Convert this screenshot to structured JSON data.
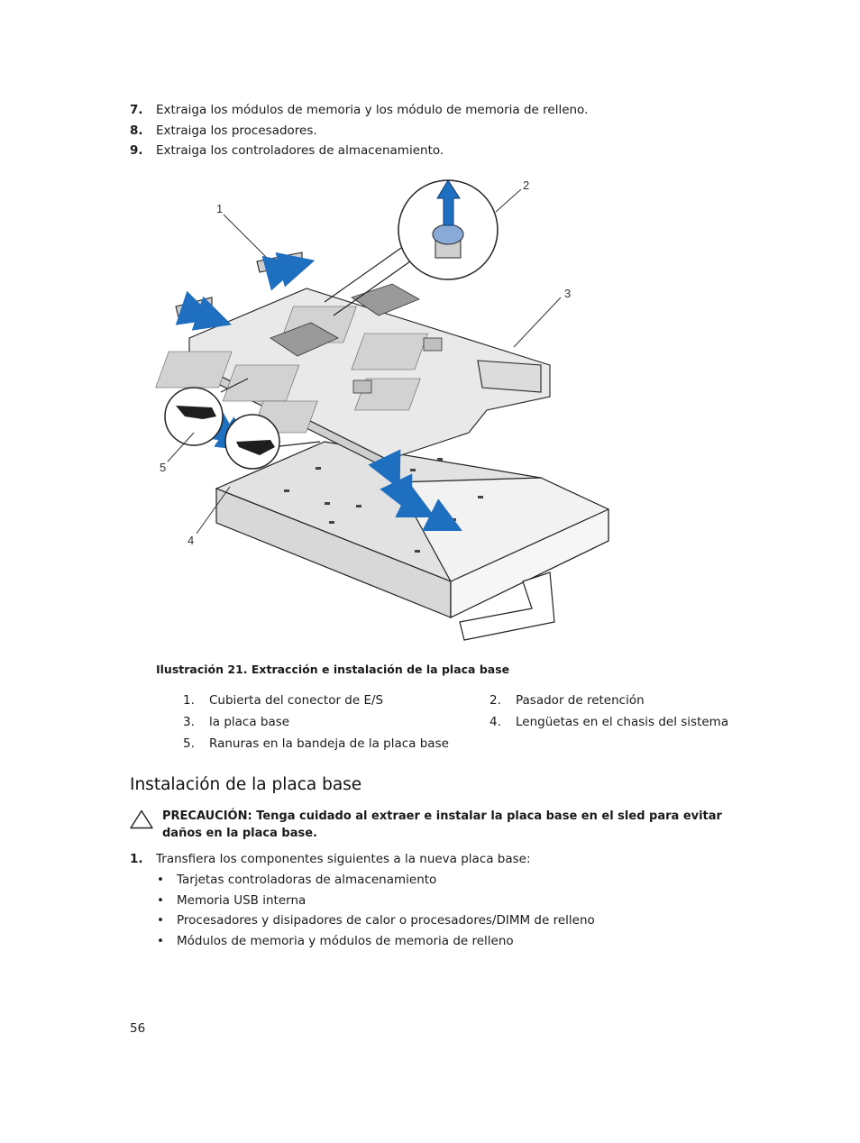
{
  "steps_top": [
    {
      "num": "7.",
      "text": "Extraiga los módulos de memoria y los módulo de memoria de relleno."
    },
    {
      "num": "8.",
      "text": "Extraiga los procesadores."
    },
    {
      "num": "9.",
      "text": "Extraiga los controladores de almacenamiento."
    }
  ],
  "figure": {
    "callouts": [
      "1",
      "2",
      "3",
      "4",
      "5"
    ],
    "colors": {
      "arrow": "#1f6fc0",
      "line": "#222222",
      "fill": "#e6e6e6",
      "pin": "#8aa9d6"
    }
  },
  "caption": "Ilustración 21. Extracción e instalación de la placa base",
  "legend": [
    {
      "num": "1.",
      "text": "Cubierta del conector de E/S"
    },
    {
      "num": "2.",
      "text": "Pasador de retención"
    },
    {
      "num": "3.",
      "text": "la placa base"
    },
    {
      "num": "4.",
      "text": "Lengüetas en el chasis del sistema"
    },
    {
      "num": "5.",
      "text": "Ranuras en la bandeja de la placa base"
    }
  ],
  "section_title": "Instalación de la placa base",
  "caution": {
    "icon": "warning-triangle-icon",
    "text": "PRECAUCIÓN: Tenga cuidado al extraer e instalar la placa base en el sled para evitar daños en la placa base."
  },
  "steps_bottom": [
    {
      "num": "1.",
      "text": "Transfiera los componentes siguientes a la nueva placa base:"
    }
  ],
  "bullets": [
    "Tarjetas controladoras de almacenamiento",
    "Memoria USB interna",
    "Procesadores y disipadores de calor o procesadores/DIMM de relleno",
    "Módulos de memoria y módulos de memoria de relleno"
  ],
  "bullet_glyph": "•",
  "page_number": "56"
}
